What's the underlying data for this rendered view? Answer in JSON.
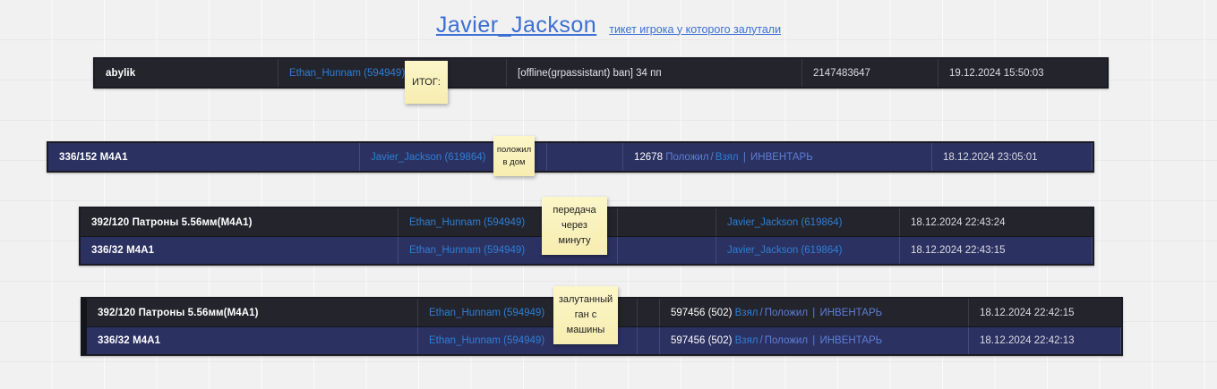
{
  "header": {
    "title": "Javier_Jackson",
    "subtitle_link": "тикет игрока у которого залутали"
  },
  "notes": [
    {
      "name": "note-itog",
      "text": "ИТОГ:"
    },
    {
      "name": "note-polozhil-v-dom",
      "text": "положил\nв дом"
    },
    {
      "name": "note-peredacha",
      "text": "передача\nчерез\nминуту"
    },
    {
      "name": "note-zalutanny-gun",
      "text": "залутанный\nган с\nмашины"
    }
  ],
  "tables": [
    {
      "name": "table-ban-record",
      "rows": [
        {
          "style": "dark",
          "cells": {
            "item": "abylik",
            "player": "Ethan_Hunnam (594949)",
            "spacer": "",
            "detail": "[offline(grpassistant) ban] 34 пп",
            "amount": "2147483647",
            "date": "19.12.2024 15:50:03"
          }
        }
      ]
    },
    {
      "name": "table-house-deposit",
      "rows": [
        {
          "style": "navy",
          "cells": {
            "item": "336/152 M4A1",
            "player": "Javier_Jackson (619864)",
            "spacer": "",
            "id": "12678",
            "action_a": "Положил",
            "action_b": "Взял",
            "source": "ИНВЕНТАРЬ",
            "date": "18.12.2024 23:05:01"
          }
        }
      ]
    },
    {
      "name": "table-transfer",
      "rows": [
        {
          "style": "dark",
          "cells": {
            "item": "392/120 Патроны 5.56мм(M4A1)",
            "player_from": "Ethan_Hunnam (594949)",
            "spacer": "",
            "player_to": "Javier_Jackson (619864)",
            "date": "18.12.2024 22:43:24"
          }
        },
        {
          "style": "navy",
          "cells": {
            "item": "336/32 M4A1",
            "player_from": "Ethan_Hunnam (594949)",
            "spacer": "",
            "player_to": "Javier_Jackson (619864)",
            "date": "18.12.2024 22:43:15"
          }
        }
      ]
    },
    {
      "name": "table-vehicle-loot",
      "rows": [
        {
          "style": "dark",
          "cells": {
            "item": "392/120 Патроны 5.56мм(M4A1)",
            "player": "Ethan_Hunnam (594949)",
            "spacer": "",
            "id": "597456 (502)",
            "action_a": "Взял",
            "action_b": "Положил",
            "source": "ИНВЕНТАРЬ",
            "date": "18.12.2024 22:42:15"
          }
        },
        {
          "style": "navy",
          "cells": {
            "item": "336/32 M4A1",
            "player": "Ethan_Hunnam (594949)",
            "spacer": "",
            "id": "597456 (502)",
            "action_a": "Взял",
            "action_b": "Положил",
            "source": "ИНВЕНТАРЬ",
            "date": "18.12.2024 22:42:13"
          }
        }
      ]
    }
  ],
  "colors": {
    "background": "#f1f1f1",
    "row_dark": "#23242c",
    "row_navy": "#2b3161",
    "link_blue": "#3b6fd4",
    "note_yellow": "#fbf3bf"
  }
}
